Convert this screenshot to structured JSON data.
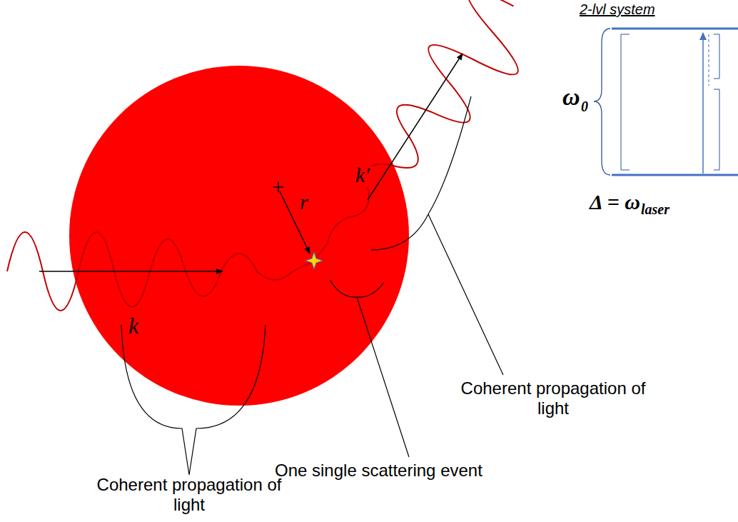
{
  "diagram": {
    "labels": [
      "k",
      "r",
      "k′",
      "Coherent propagation of light",
      "One single scattering event",
      "Coherent propagation of light",
      "2-lvl system",
      "ω",
      "0",
      "Δ = ω",
      "laser"
    ]
  }
}
